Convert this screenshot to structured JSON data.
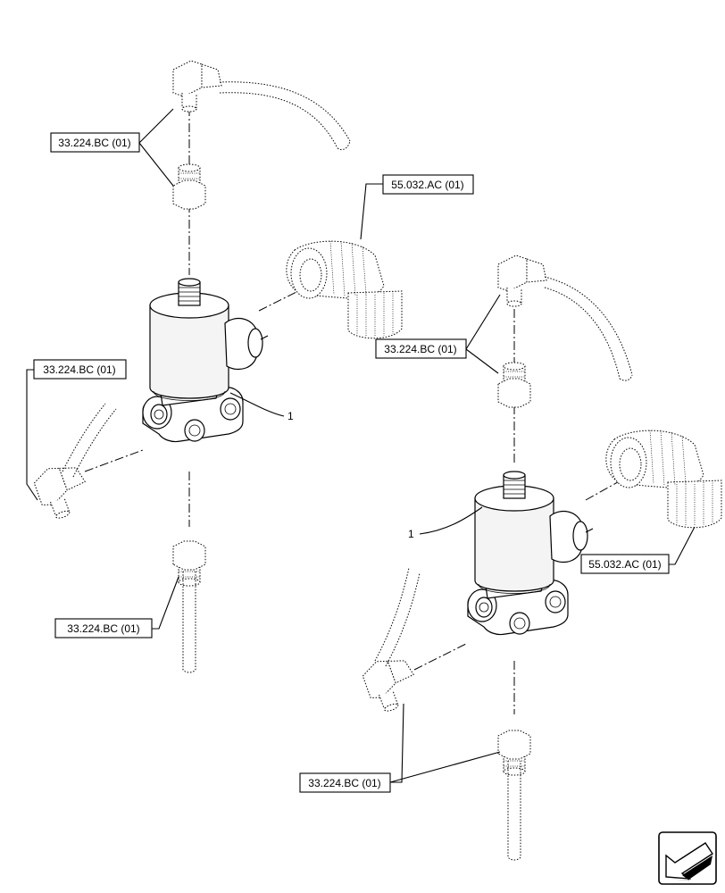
{
  "callouts": [
    {
      "id": "c1",
      "label": "33.224.BC (01)"
    },
    {
      "id": "c2",
      "label": "55.032.AC (01)"
    },
    {
      "id": "c3",
      "label": "33.224.BC (01)"
    },
    {
      "id": "c4",
      "label": "33.224.BC (01)"
    },
    {
      "id": "c5",
      "label": "33.224.BC (01)"
    },
    {
      "id": "c6",
      "label": "55.032.AC (01)"
    },
    {
      "id": "c7",
      "label": "33.224.BC (01)"
    }
  ],
  "item_numbers": [
    {
      "id": "n1",
      "label": "1"
    },
    {
      "id": "n2",
      "label": "1"
    }
  ],
  "icons": {
    "navigation": "arrow-left-down-icon"
  }
}
